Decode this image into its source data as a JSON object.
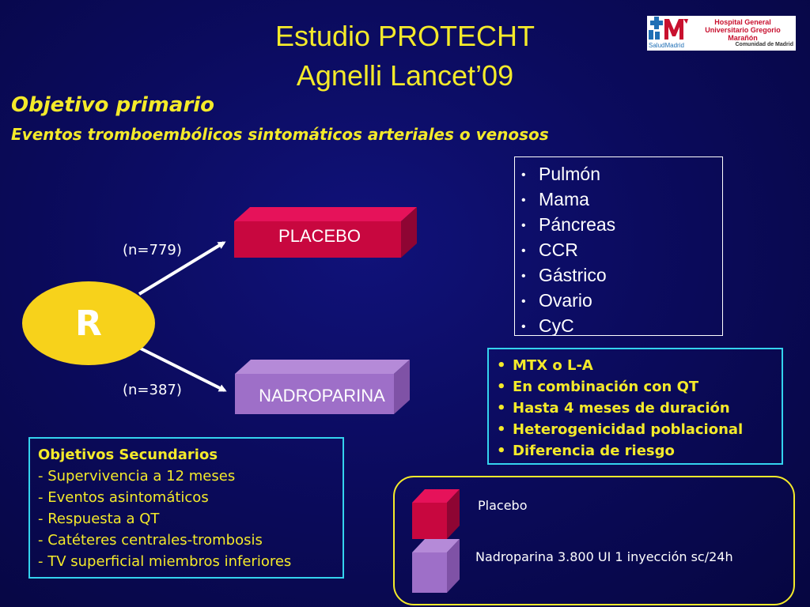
{
  "title": {
    "line1": "Estudio PROTECHT",
    "line2": "Agnelli Lancet’09"
  },
  "logo": {
    "hospital_line": "Hospital General Universitario Gregorio Marañón",
    "left_text": "SaludMadrid",
    "region_text": "Comunidad de Madrid",
    "accent_color": "#c8102e"
  },
  "objective": {
    "heading": "Objetivo primario",
    "subheading": "Eventos tromboembólicos sintomáticos arteriales o venosos"
  },
  "randomization": {
    "label": "R",
    "color": "#f7d21b",
    "arms": [
      {
        "n_label": "(n=779)",
        "box_label": "PLACEBO",
        "color": "#c8073f"
      },
      {
        "n_label": "(n=387)",
        "box_label": "NADROPARINA",
        "color": "#9e6fc8"
      }
    ]
  },
  "tumor_types": {
    "bullet": "•",
    "items": [
      "Pulmón",
      "Mama",
      "Páncreas",
      "CCR",
      "Gástrico",
      "Ovario",
      "CyC"
    ]
  },
  "criteria": {
    "bullet": "•",
    "items": [
      "MTX o L-A",
      "En combinación con QT",
      "Hasta 4 meses de duración",
      "Heterogenicidad poblacional",
      "Diferencia de riesgo"
    ]
  },
  "secondary": {
    "heading": "Objetivos Secundarios",
    "items": [
      "- Supervivencia a 12 meses",
      "- Eventos asintomáticos",
      "- Respuesta a QT",
      "- Catéteres centrales-trombosis",
      "- TV superficial miembros inferiores"
    ]
  },
  "legend": {
    "items": [
      {
        "label": "Placebo",
        "color": "#c8073f"
      },
      {
        "label": "Nadroparina 3.800 UI 1 inyección sc/24h",
        "color": "#9e6fc8"
      }
    ]
  }
}
